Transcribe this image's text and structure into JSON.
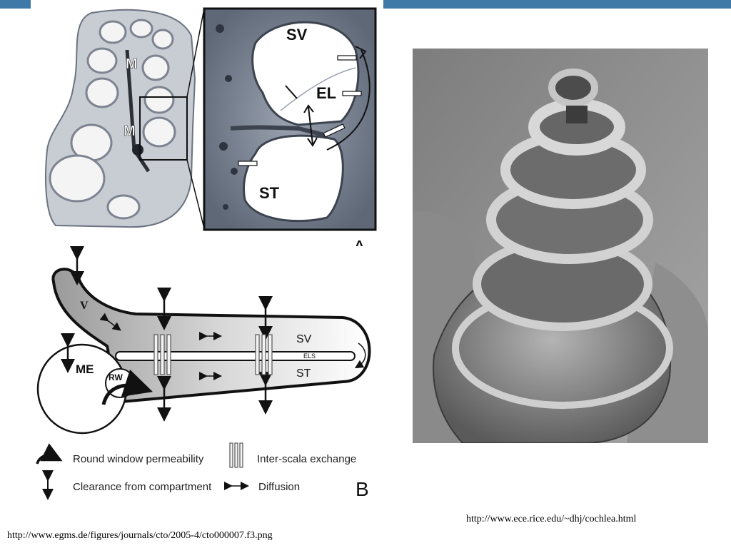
{
  "figure_a": {
    "overview_labels": [
      "M",
      "M"
    ],
    "zoom_labels": {
      "sv": "SV",
      "el": "EL",
      "st": "ST"
    },
    "panel_letter": "A"
  },
  "figure_b": {
    "labels": {
      "v": "V",
      "me": "ME",
      "rw": "RW",
      "sv": "SV",
      "els": "ELS",
      "st": "ST"
    },
    "legend": {
      "round_window": "Round window permeability",
      "inter_scala": "Inter-scala exchange",
      "clearance": "Clearance from compartment",
      "diffusion": "Diffusion"
    },
    "panel_letter": "B"
  },
  "sem_image": {
    "description_icon": "cochlea-sem-photo"
  },
  "captions": {
    "right_url": "http://www.ece.rice.edu/~dhj/cochlea.html",
    "left_url": "http://www.egms.de/figures/journals/cto/2005-4/cto000007.f3.png"
  },
  "colors": {
    "accent_bar": "#3f79a8"
  }
}
